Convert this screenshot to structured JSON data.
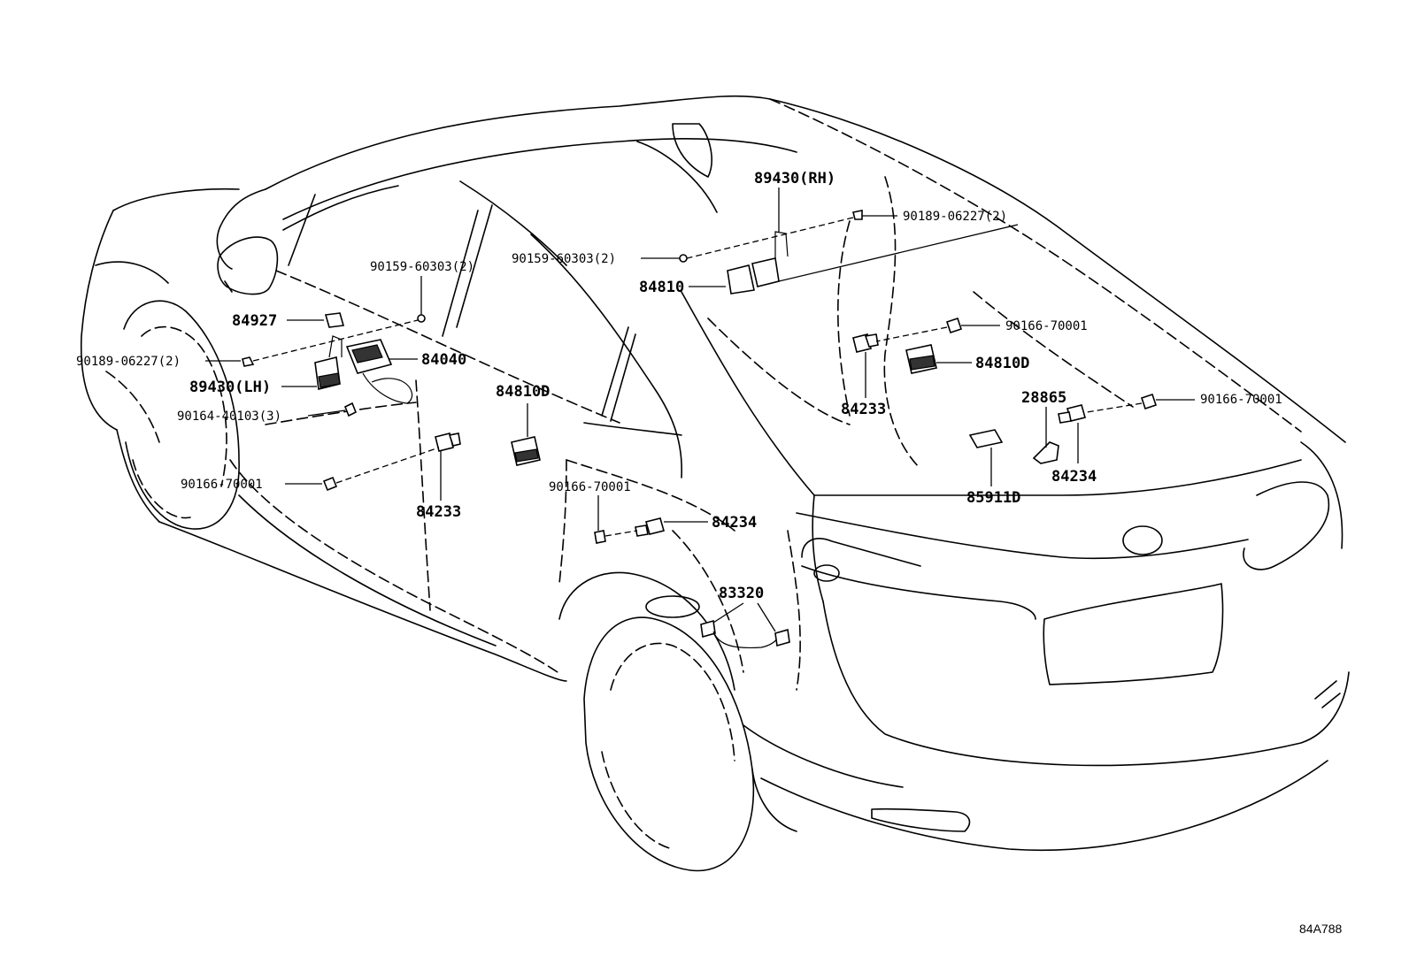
{
  "parts": {
    "p89430rh": "89430(RH)",
    "p90189_top": "90189-06227(2)",
    "p90159_right": "90159-60303(2)",
    "p84810": "84810",
    "p90159_left": "90159-60303(2)",
    "p84927": "84927",
    "p90189_left": "90189-06227(2)",
    "p84040": "84040",
    "p89430lh": "89430(LH)",
    "p90164": "90164-40103(3)",
    "p90166_left": "90166-70001",
    "p84233_left": "84233",
    "p84810d_center": "84810D",
    "p90166_center": "90166-70001",
    "p84234_center": "84234",
    "p83320": "83320",
    "p90166_right_top": "90166-70001",
    "p84810d_right": "84810D",
    "p84233_right": "84233",
    "p28865": "28865",
    "p90166_right": "90166-70001",
    "p84234_right": "84234",
    "p85911d": "85911D"
  },
  "figure_code": "84A788",
  "icons": {
    "screw": "screw-icon",
    "clip": "clip-icon",
    "switch": "switch-icon",
    "sensor": "sensor-icon",
    "wire": "wire-harness-icon"
  }
}
